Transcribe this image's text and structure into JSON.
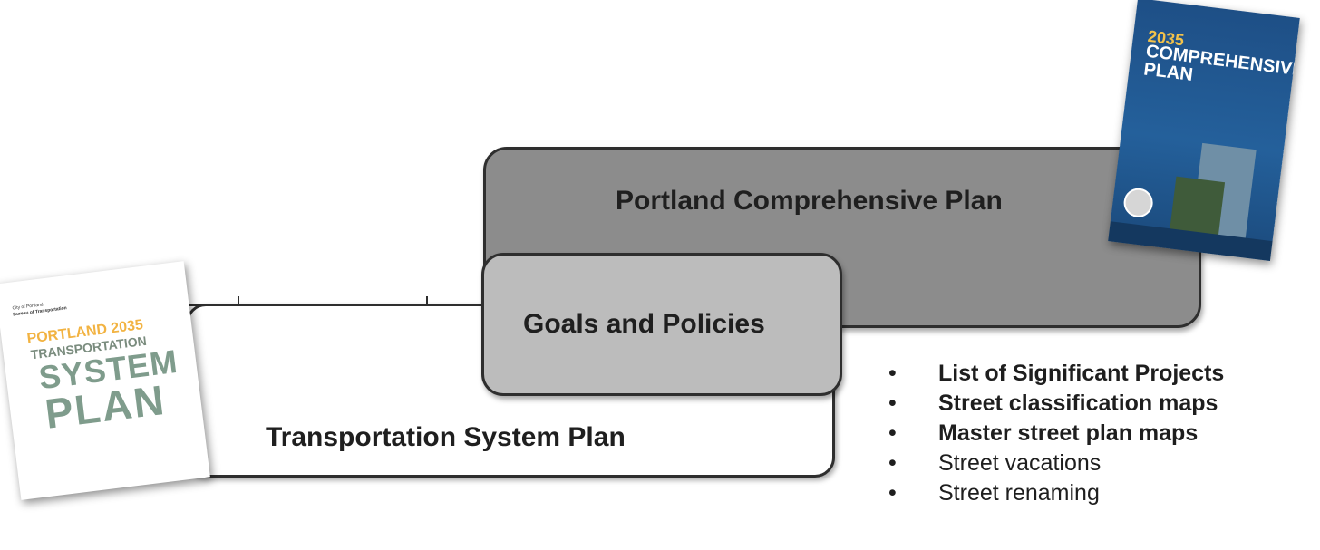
{
  "boxes": {
    "comprehensive_plan": "Portland Comprehensive Plan",
    "goals_and_policies": "Goals and Policies",
    "transportation_system_plan": "Transportation System Plan"
  },
  "covers": {
    "tsp": {
      "agency_line1": "City of Portland",
      "agency_line2": "Bureau of Transportation",
      "title_line1": "PORTLAND 2035",
      "title_line2": "TRANSPORTATION",
      "title_line3": "SYSTEM",
      "title_line4": "PLAN"
    },
    "comprehensive": {
      "year": "2035",
      "title_line1": "COMPREHENSIVE",
      "title_line2": "PLAN"
    }
  },
  "bullets": [
    {
      "text": "List of Significant Projects",
      "bold": true
    },
    {
      "text": "Street classification maps",
      "bold": true
    },
    {
      "text": "Master street plan maps",
      "bold": true
    },
    {
      "text": "Street vacations",
      "bold": false
    },
    {
      "text": "Street renaming",
      "bold": false
    }
  ],
  "bullet_symbol": "•"
}
